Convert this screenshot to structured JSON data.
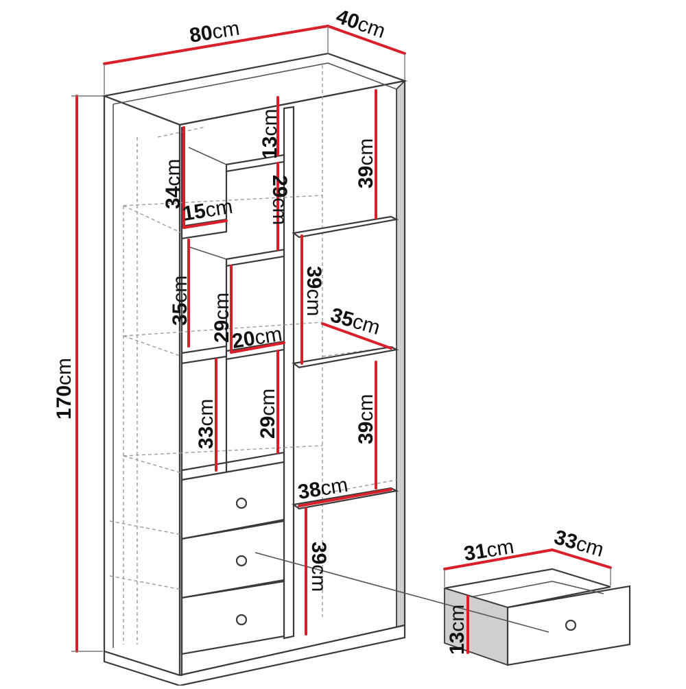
{
  "colors": {
    "dimension_line": "#d81f2a",
    "outline": "#3a3a3a",
    "label_text": "#111111"
  },
  "dimensions": {
    "width": "80",
    "depth": "40",
    "height": "170",
    "top_small_shelf": "13",
    "top_left_compartment": "34",
    "top_mid_compartment": "29",
    "small_shelf_width": "15",
    "mid_left_compartment": "35",
    "mid_mid_compartment": "29",
    "mid_shelf_width": "20",
    "low_left_compartment": "33",
    "low_mid_compartment": "29",
    "right_top_compartment": "39",
    "right_mid_compartment": "39",
    "right_shelf_depth": "35",
    "right_low_compartment": "39",
    "right_shelf_width": "38",
    "right_bottom_compartment": "39",
    "drawer_width": "31",
    "drawer_depth": "33",
    "drawer_height": "13"
  },
  "unit": "cm"
}
